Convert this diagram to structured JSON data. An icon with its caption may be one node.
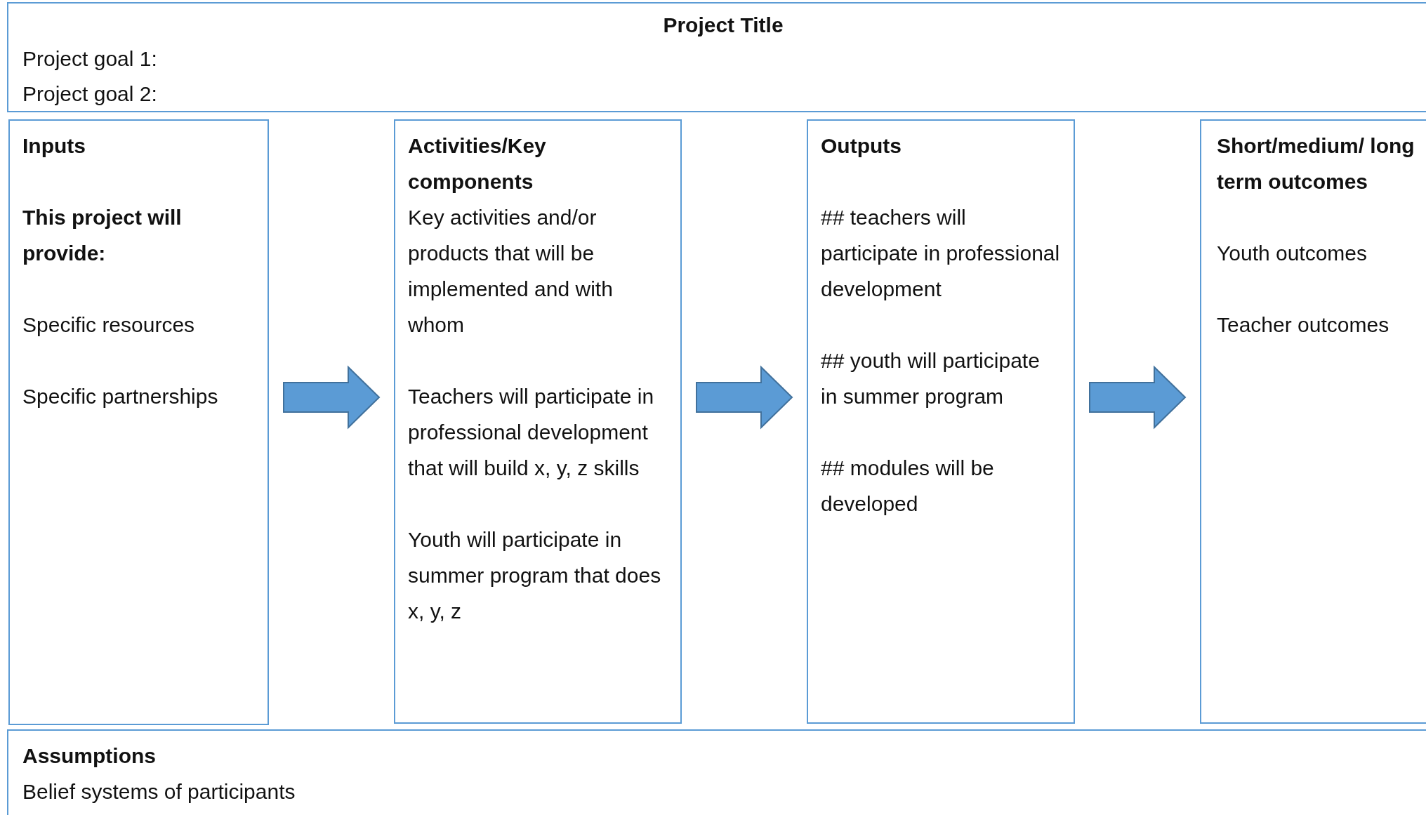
{
  "diagram": {
    "nodes": [
      {
        "text": [
          "Project Title",
          "Project goal 1:",
          "Project goal 2:"
        ]
      },
      {
        "text": [
          "Inputs",
          "This project will provide:",
          "Specific resources",
          "Specific partnerships"
        ]
      },
      {
        "text": [
          "Activities/Key components",
          "Key activities and/or products that will be implemented and with whom",
          "Teachers will participate in professional development that will build x, y, z skills",
          "Youth will participate in summer program that does x, y, z"
        ]
      },
      {
        "text": [
          "Outputs",
          "## teachers will participate in professional development",
          "## youth will participate in summer program",
          "## modules will be developed"
        ]
      },
      {
        "text": [
          "Short/medium/ long term outcomes",
          "Youth outcomes",
          "Teacher outcomes"
        ]
      },
      {
        "text": [
          "Assumptions",
          "Belief systems of participants"
        ]
      }
    ],
    "edges": [
      {
        "from": 1,
        "to": 2,
        "arrow": "to"
      },
      {
        "from": 2,
        "to": 3,
        "arrow": "to"
      },
      {
        "from": 3,
        "to": 4,
        "arrow": "to"
      }
    ]
  }
}
